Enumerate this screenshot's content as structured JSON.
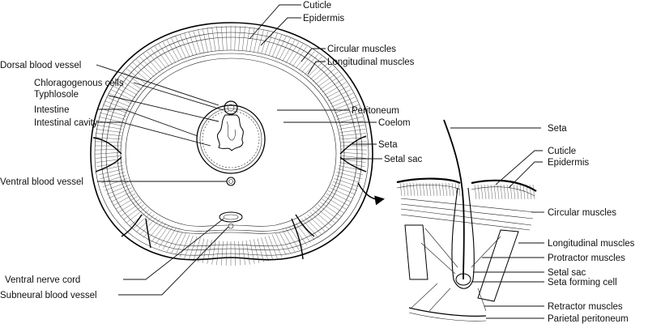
{
  "diagram": {
    "cross_section_labels": {
      "cuticle": "Cuticle",
      "epidermis": "Epidermis",
      "circular_muscles": "Circular muscles",
      "longitudinal_muscles": "Longitudinal muscles",
      "dorsal_blood_vessel": "Dorsal blood vessel",
      "chloragogenous_cells": "Chloragogenous cells",
      "typhlosole": "Typhlosole",
      "intestine": "Intestine",
      "intestinal_cavity": "Intestinal cavity",
      "peritoneum": "Peritoneum",
      "coelom": "Coelom",
      "seta": "Seta",
      "setal_sac": "Setal sac",
      "ventral_blood_vessel": "Ventral blood vessel",
      "ventral_nerve_cord": "Ventral nerve cord",
      "subneural_blood_vessel": "Subneural blood vessel"
    },
    "detail_labels": {
      "seta": "Seta",
      "cuticle": "Cuticle",
      "epidermis": "Epidermis",
      "circular_muscles": "Circular  muscles",
      "longitudinal_muscles": "Longitudinal muscles",
      "protractor_muscles": "Protractor muscles",
      "setal_sac": "Setal  sac",
      "seta_forming_cell": "Seta forming cell",
      "retractor_muscles": "Retractor muscles",
      "parietal_peritoneum": "Parietal peritoneum"
    }
  }
}
